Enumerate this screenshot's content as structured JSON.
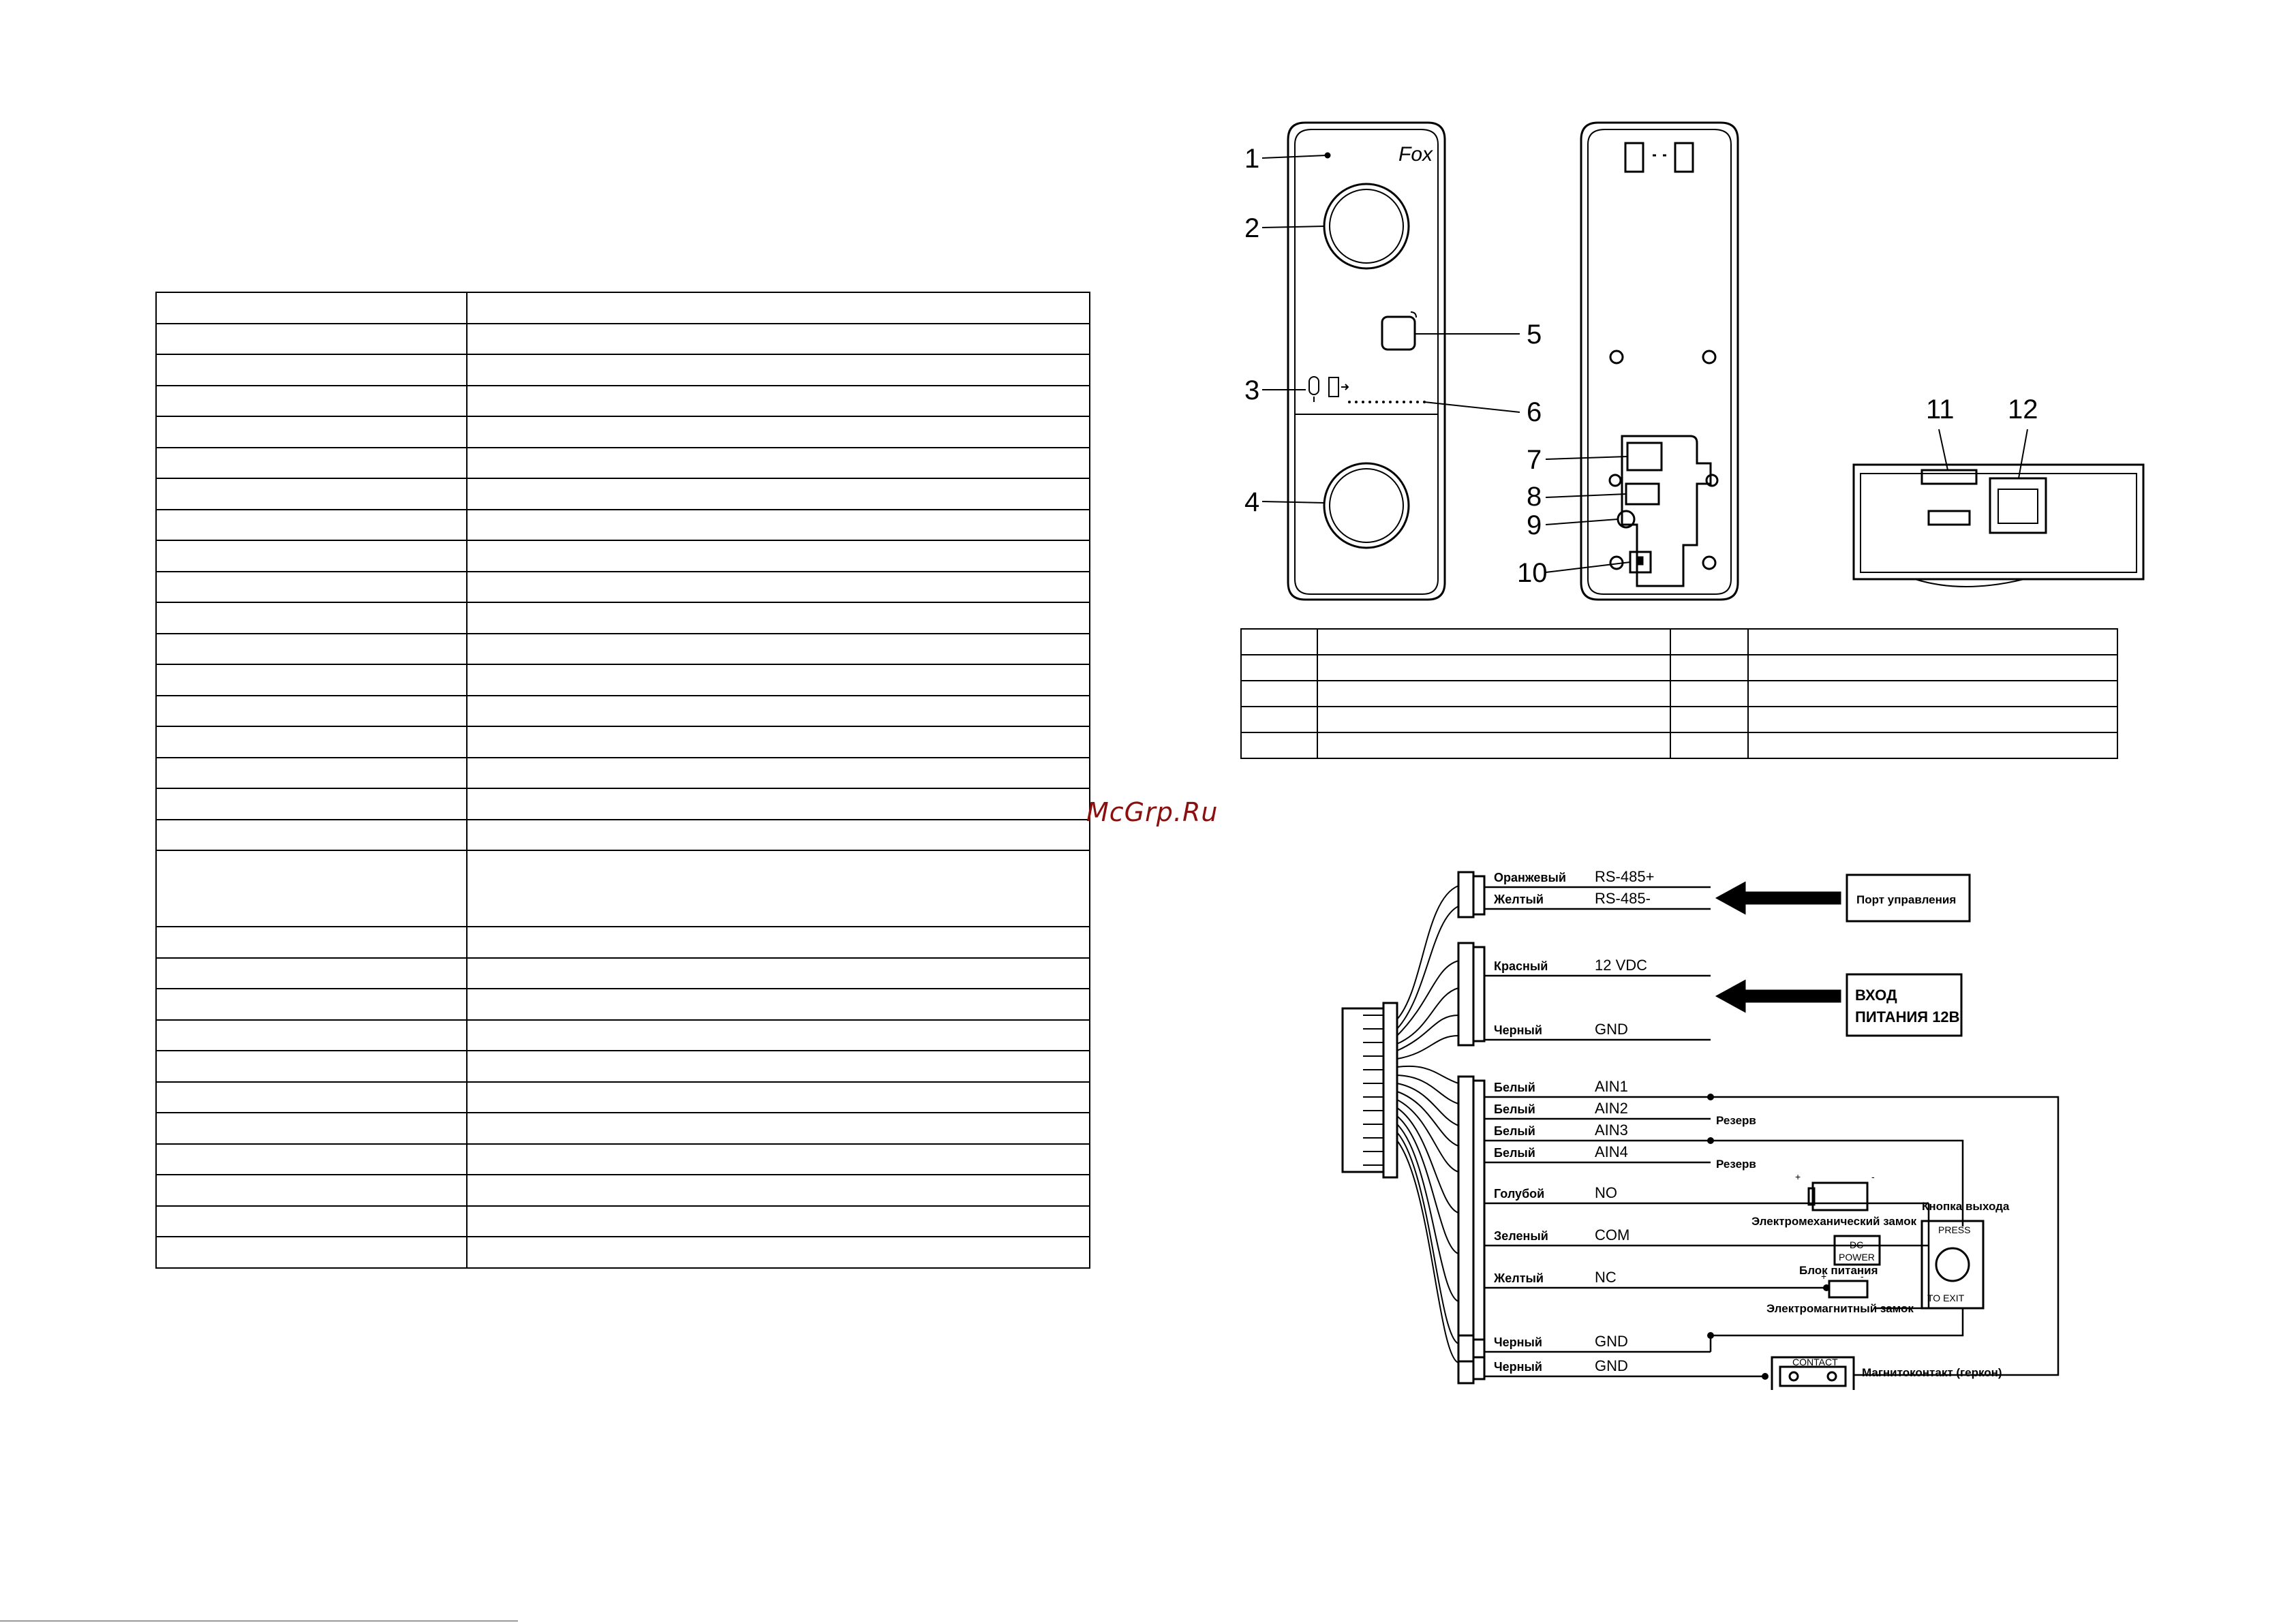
{
  "watermark": "McGrp.Ru",
  "spec_table": {
    "rows": 30
  },
  "legend_table": {
    "rows": 5
  },
  "device_callouts": [
    "1",
    "2",
    "3",
    "4",
    "5",
    "6",
    "7",
    "8",
    "9",
    "10",
    "11",
    "12"
  ],
  "logo_text": "Fox",
  "wiring": {
    "groups": [
      {
        "wires": [
          {
            "color": "Оранжевый",
            "signal": "RS-485+"
          },
          {
            "color": "Желтый",
            "signal": "RS-485-"
          }
        ]
      },
      {
        "wires": [
          {
            "color": "Красный",
            "signal": "12 VDC"
          },
          {
            "color": "Черный",
            "signal": "GND"
          }
        ]
      },
      {
        "wires": [
          {
            "color": "Белый",
            "signal": "AIN1"
          },
          {
            "color": "Белый",
            "signal": "AIN2"
          },
          {
            "color": "Белый",
            "signal": "AIN3"
          },
          {
            "color": "Белый",
            "signal": "AIN4"
          },
          {
            "color": "Голубой",
            "signal": "NO"
          },
          {
            "color": "Зеленый",
            "signal": "COM"
          },
          {
            "color": "Желтый",
            "signal": "NC"
          }
        ]
      },
      {
        "wires": [
          {
            "color": "Черный",
            "signal": "GND"
          },
          {
            "color": "Черный",
            "signal": "GND"
          }
        ]
      }
    ],
    "control_port": "Порт управления",
    "power_input_line1": "ВХОД",
    "power_input_line2": "ПИТАНИЯ 12В",
    "reserve_1": "Резерв",
    "reserve_2": "Резерв",
    "exit_button": "Кнопка выхода",
    "exit_button_press": "PRESS",
    "exit_button_to_exit": "TO   EXIT",
    "electromech_lock": "Электромеханический замок",
    "dc_label": "DC",
    "power_label": "POWER",
    "power_supply": "Блок питания",
    "electromagnetic_lock": "Электромагнитный замок",
    "contact_label": "CONTACT",
    "reed_switch": "Магнитоконтакт (геркон)",
    "plus": "+",
    "minus": "-"
  }
}
